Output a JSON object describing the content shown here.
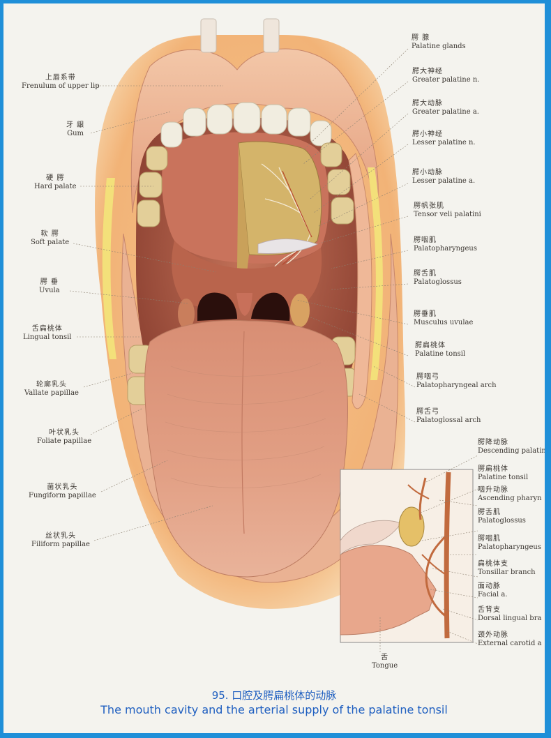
{
  "left_labels": [
    {
      "id": "frenulum",
      "zh": "上唇系带",
      "en": "Frenulum of upper lip"
    },
    {
      "id": "gum",
      "zh": "牙 龈",
      "en": "Gum"
    },
    {
      "id": "hard-palate",
      "zh": "硬 腭",
      "en": "Hard palate"
    },
    {
      "id": "soft-palate",
      "zh": "软 腭",
      "en": "Soft palate"
    },
    {
      "id": "uvula",
      "zh": "腭 垂",
      "en": "Uvula"
    },
    {
      "id": "lingual-tonsil",
      "zh": "舌扁桃体",
      "en": "Lingual tonsil"
    },
    {
      "id": "vallate-papillae",
      "zh": "轮廓乳头",
      "en": "Vallate papillae"
    },
    {
      "id": "foliate-papillae",
      "zh": "叶状乳头",
      "en": "Foliate papillae"
    },
    {
      "id": "fungiform-papillae",
      "zh": "菌状乳头",
      "en": "Fungiform papillae"
    },
    {
      "id": "filiform-papillae",
      "zh": "丝状乳头",
      "en": "Filiform papillae"
    }
  ],
  "right_labels": [
    {
      "id": "palatine-glands",
      "zh": "腭 腺",
      "en": "Palatine glands"
    },
    {
      "id": "greater-palatine-n",
      "zh": "腭大神经",
      "en": "Greater palatine n."
    },
    {
      "id": "greater-palatine-a",
      "zh": "腭大动脉",
      "en": "Greater palatine a."
    },
    {
      "id": "lesser-palatine-n",
      "zh": "腭小神经",
      "en": "Lesser palatine n."
    },
    {
      "id": "lesser-palatine-a",
      "zh": "腭小动脉",
      "en": "Lesser palatine a."
    },
    {
      "id": "tensor-veli-palatini",
      "zh": "腭帆张肌",
      "en": "Tensor veli palatini"
    },
    {
      "id": "palatopharyngeus",
      "zh": "腭咽肌",
      "en": "Palatopharyngeus"
    },
    {
      "id": "palatoglossus",
      "zh": "腭舌肌",
      "en": "Palatoglossus"
    },
    {
      "id": "musculus-uvulae",
      "zh": "腭垂肌",
      "en": "Musculus uvulae"
    },
    {
      "id": "palatine-tonsil",
      "zh": "腭扁桃体",
      "en": "Palatine tonsil"
    },
    {
      "id": "palatopharyngeal-arch",
      "zh": "腭咽弓",
      "en": "Palatopharyngeal arch"
    },
    {
      "id": "palatoglossal-arch",
      "zh": "腭舌弓",
      "en": "Palatoglossal arch"
    }
  ],
  "inset_labels": [
    {
      "id": "descending-palatine",
      "zh": "腭降动脉",
      "en": "Descending palatin"
    },
    {
      "id": "inset-palatine-tonsil",
      "zh": "腭扁桃体",
      "en": "Palatine tonsil"
    },
    {
      "id": "ascending-pharyngeal",
      "zh": "咽升动脉",
      "en": "Ascending pharyn"
    },
    {
      "id": "inset-palatoglossus",
      "zh": "腭舌肌",
      "en": "Palatoglossus"
    },
    {
      "id": "inset-palatopharyngeus",
      "zh": "腭咽肌",
      "en": "Palatopharyngeus"
    },
    {
      "id": "tonsillar-branch",
      "zh": "扁桃体支",
      "en": "Tonsillar branch"
    },
    {
      "id": "facial-a",
      "zh": "面动脉",
      "en": "Facial a."
    },
    {
      "id": "dorsal-lingual",
      "zh": "舌背支",
      "en": "Dorsal lingual bra"
    },
    {
      "id": "external-carotid",
      "zh": "颈外动脉",
      "en": "External carotid a"
    }
  ],
  "tongue_label": {
    "zh": "舌",
    "en": "Tongue"
  },
  "caption": {
    "zh": "95. 口腔及腭扁桃体的动脉",
    "en": "The mouth cavity and the arterial supply of the palatine tonsil"
  }
}
